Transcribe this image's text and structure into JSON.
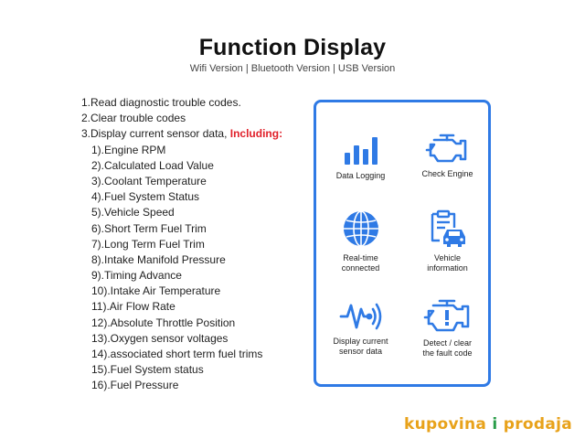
{
  "header": {
    "title": "Function Display",
    "subtitle": "Wifi Version | Bluetooth Version | USB Version"
  },
  "features": {
    "items": [
      {
        "text": "1.Read diagnostic trouble codes.",
        "sub": false
      },
      {
        "text": "2.Clear trouble codes",
        "sub": false
      },
      {
        "text": "3.Display current sensor data, ",
        "highlight": "Including:",
        "sub": false
      },
      {
        "text": "1).Engine RPM",
        "sub": true
      },
      {
        "text": "2).Calculated Load Value",
        "sub": true
      },
      {
        "text": "3).Coolant Temperature",
        "sub": true
      },
      {
        "text": "4).Fuel System Status",
        "sub": true
      },
      {
        "text": "5).Vehicle Speed",
        "sub": true
      },
      {
        "text": "6).Short Term Fuel Trim",
        "sub": true
      },
      {
        "text": "7).Long Term Fuel Trim",
        "sub": true
      },
      {
        "text": "8).Intake Manifold Pressure",
        "sub": true
      },
      {
        "text": "9).Timing Advance",
        "sub": true
      },
      {
        "text": "10).Intake Air Temperature",
        "sub": true
      },
      {
        "text": "11).Air Flow Rate",
        "sub": true
      },
      {
        "text": "12).Absolute Throttle Position",
        "sub": true
      },
      {
        "text": "13).Oxygen sensor voltages",
        "sub": true
      },
      {
        "text": "14).associated short term fuel trims",
        "sub": true
      },
      {
        "text": "15).Fuel System status",
        "sub": true
      },
      {
        "text": "16).Fuel Pressure",
        "sub": true
      }
    ]
  },
  "panel": {
    "accent_color": "#2f7ae5",
    "cells": [
      {
        "icon": "bar-chart-icon",
        "label_lines": [
          "Data Logging"
        ]
      },
      {
        "icon": "engine-icon",
        "label_lines": [
          "Check Engine"
        ]
      },
      {
        "icon": "globe-icon",
        "label_lines": [
          "Real-time",
          "connected"
        ]
      },
      {
        "icon": "vehicle-info-icon",
        "label_lines": [
          "Vehicle",
          "information"
        ]
      },
      {
        "icon": "sensor-wave-icon",
        "label_lines": [
          "Display current",
          "sensor data"
        ]
      },
      {
        "icon": "engine-warning-icon",
        "label_lines": [
          "Detect / clear",
          "the fault code"
        ]
      }
    ]
  },
  "watermark": {
    "part1": "kupovina",
    "part2": "i",
    "part3": "prodaja",
    "color_main": "#e8a21a",
    "color_accent": "#2a9d4a"
  }
}
